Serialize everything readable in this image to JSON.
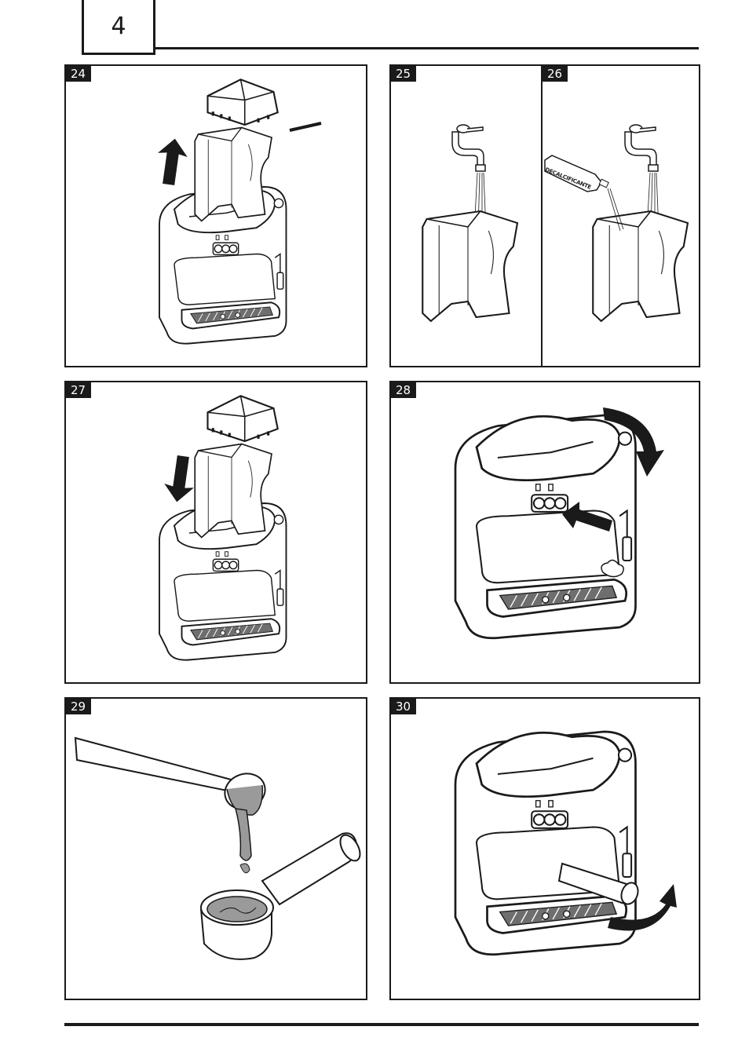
{
  "page": {
    "number": "4"
  },
  "figures": [
    {
      "id": "24",
      "label": "24"
    },
    {
      "id": "25",
      "label": "25"
    },
    {
      "id": "26",
      "label": "26",
      "bottle_text": "DECALCIFICANTE"
    },
    {
      "id": "27",
      "label": "27"
    },
    {
      "id": "28",
      "label": "28"
    },
    {
      "id": "29",
      "label": "29"
    },
    {
      "id": "30",
      "label": "30"
    }
  ],
  "colors": {
    "ink": "#1a1a1a",
    "paper": "#ffffff",
    "shade": "#9a9a9a"
  }
}
